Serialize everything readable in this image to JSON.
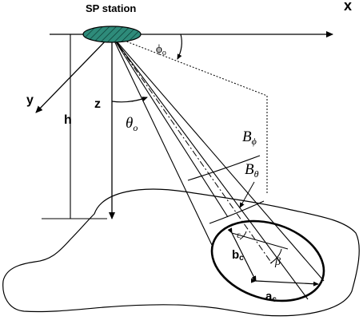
{
  "labels": {
    "station": "SP station",
    "x_axis": "x",
    "y_axis": "y",
    "z_axis": "z",
    "h": "h",
    "phi": "ϕ",
    "phi_sub": "o",
    "theta": "θ",
    "theta_sub": "o",
    "B_phi": "B",
    "B_phi_sub": "ϕ",
    "B_theta": "B",
    "B_theta_sub": "θ",
    "epsilon": "ε",
    "beta": "β",
    "b": "b",
    "b_sub": "c",
    "a": "a",
    "a_sub": "c"
  },
  "colors": {
    "station_fill": "#2e8b7a",
    "ink": "#000000"
  }
}
